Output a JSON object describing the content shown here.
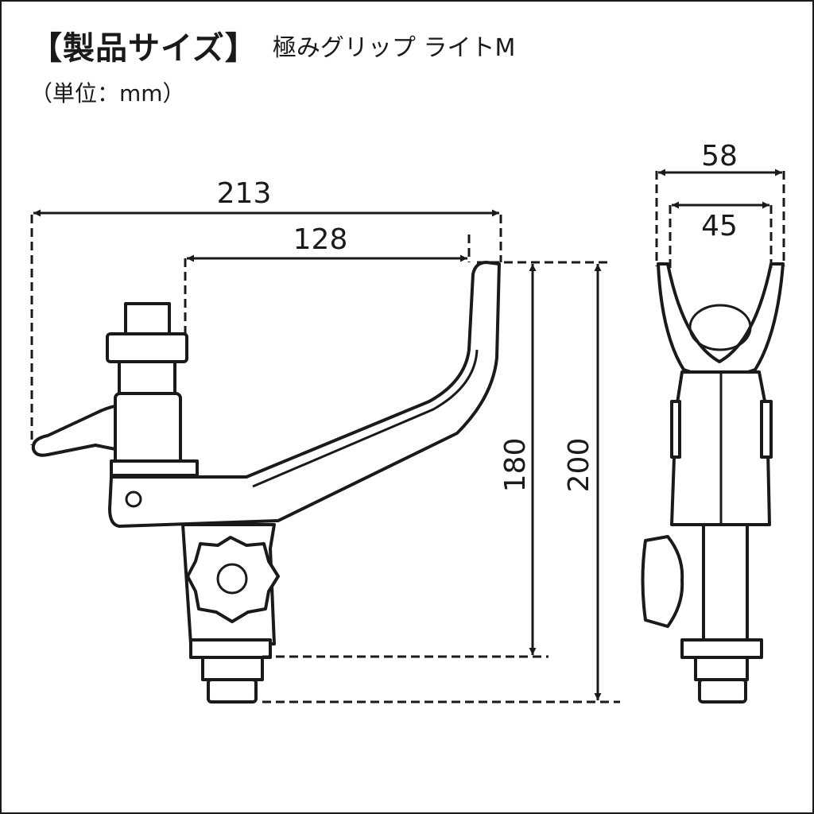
{
  "header": {
    "title": "【製品サイズ】",
    "subtitle": "極みグリップ ライトM",
    "unit": "（単位：mm）"
  },
  "dimensions": {
    "overall_length": "213",
    "arm_length": "128",
    "height_to_base": "180",
    "height_overall": "200",
    "width_outer": "58",
    "width_inner": "45"
  },
  "colors": {
    "line": "#1a1a1a",
    "background": "#ffffff"
  }
}
